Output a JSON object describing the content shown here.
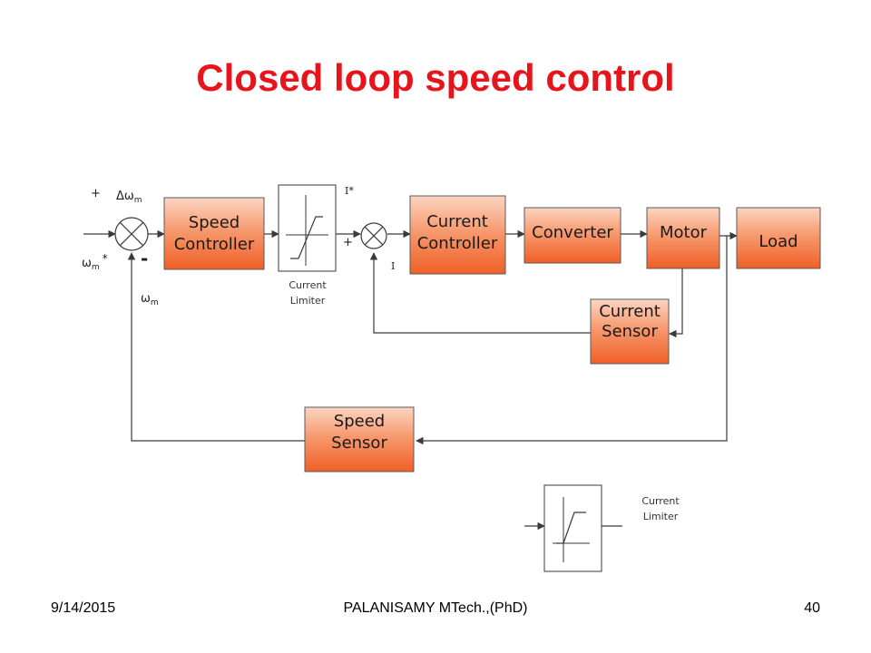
{
  "title": "Closed loop speed control",
  "colors": {
    "title": "#e8141b",
    "block_top": "#fbd5c2",
    "block_bottom": "#f0642a",
    "line": "#3a3a3a"
  },
  "blocks": {
    "speed_controller": [
      "Speed",
      "Controller"
    ],
    "current_controller": [
      "Current",
      "Controller"
    ],
    "converter": [
      "Converter"
    ],
    "motor": [
      "Motor"
    ],
    "load": [
      "Load"
    ],
    "current_sensor": [
      "Current",
      "Sensor"
    ],
    "speed_sensor": [
      "Speed",
      "Sensor"
    ]
  },
  "signals": {
    "plus1": "+",
    "minus1": "-",
    "delta_omega": "Δω",
    "delta_omega_sub": "m",
    "omega_ref": "ω",
    "omega_ref_sub": "m",
    "omega_ref_sup": "*",
    "omega_fb": "ω",
    "omega_fb_sub": "m",
    "i_ref": "I*",
    "plus2": "+",
    "i_fb": "I"
  },
  "limiter_label": [
    "Current",
    "Limiter"
  ],
  "limiter_label_2": [
    "Current",
    "Limiter"
  ],
  "footer": {
    "date": "9/14/2015",
    "author": "PALANISAMY MTech.,(PhD)",
    "page": "40"
  }
}
